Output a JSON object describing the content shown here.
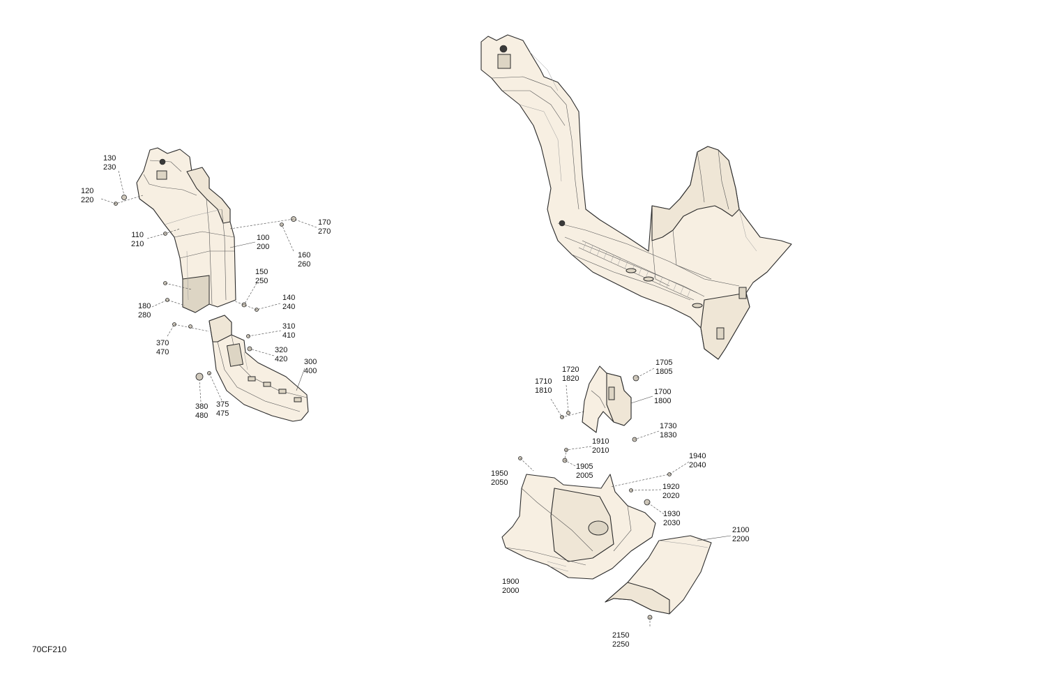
{
  "figure_id": "70CF210",
  "callouts": [
    {
      "id": "c130",
      "a": "130",
      "b": "230"
    },
    {
      "id": "c120",
      "a": "120",
      "b": "220"
    },
    {
      "id": "c170",
      "a": "170",
      "b": "270"
    },
    {
      "id": "c110",
      "a": "110",
      "b": "210"
    },
    {
      "id": "c100",
      "a": "100",
      "b": "200"
    },
    {
      "id": "c160",
      "a": "160",
      "b": "260"
    },
    {
      "id": "c150",
      "a": "150",
      "b": "250"
    },
    {
      "id": "c140",
      "a": "140",
      "b": "240"
    },
    {
      "id": "c180",
      "a": "180",
      "b": "280"
    },
    {
      "id": "c310",
      "a": "310",
      "b": "410"
    },
    {
      "id": "c370",
      "a": "370",
      "b": "470"
    },
    {
      "id": "c320",
      "a": "320",
      "b": "420"
    },
    {
      "id": "c300",
      "a": "300",
      "b": "400"
    },
    {
      "id": "c380",
      "a": "380",
      "b": "480"
    },
    {
      "id": "c375",
      "a": "375",
      "b": "475"
    },
    {
      "id": "c1705",
      "a": "1705",
      "b": "1805"
    },
    {
      "id": "c1720",
      "a": "1720",
      "b": "1820"
    },
    {
      "id": "c1710",
      "a": "1710",
      "b": "1810"
    },
    {
      "id": "c1700",
      "a": "1700",
      "b": "1800"
    },
    {
      "id": "c1730",
      "a": "1730",
      "b": "1830"
    },
    {
      "id": "c1910",
      "a": "1910",
      "b": "2010"
    },
    {
      "id": "c1940",
      "a": "1940",
      "b": "2040"
    },
    {
      "id": "c1950",
      "a": "1950",
      "b": "2050"
    },
    {
      "id": "c1905",
      "a": "1905",
      "b": "2005"
    },
    {
      "id": "c1920",
      "a": "1920",
      "b": "2020"
    },
    {
      "id": "c1930",
      "a": "1930",
      "b": "2030"
    },
    {
      "id": "c2100",
      "a": "2100",
      "b": "2200"
    },
    {
      "id": "c1900",
      "a": "1900",
      "b": "2000"
    },
    {
      "id": "c2150",
      "a": "2150",
      "b": "2250"
    }
  ]
}
